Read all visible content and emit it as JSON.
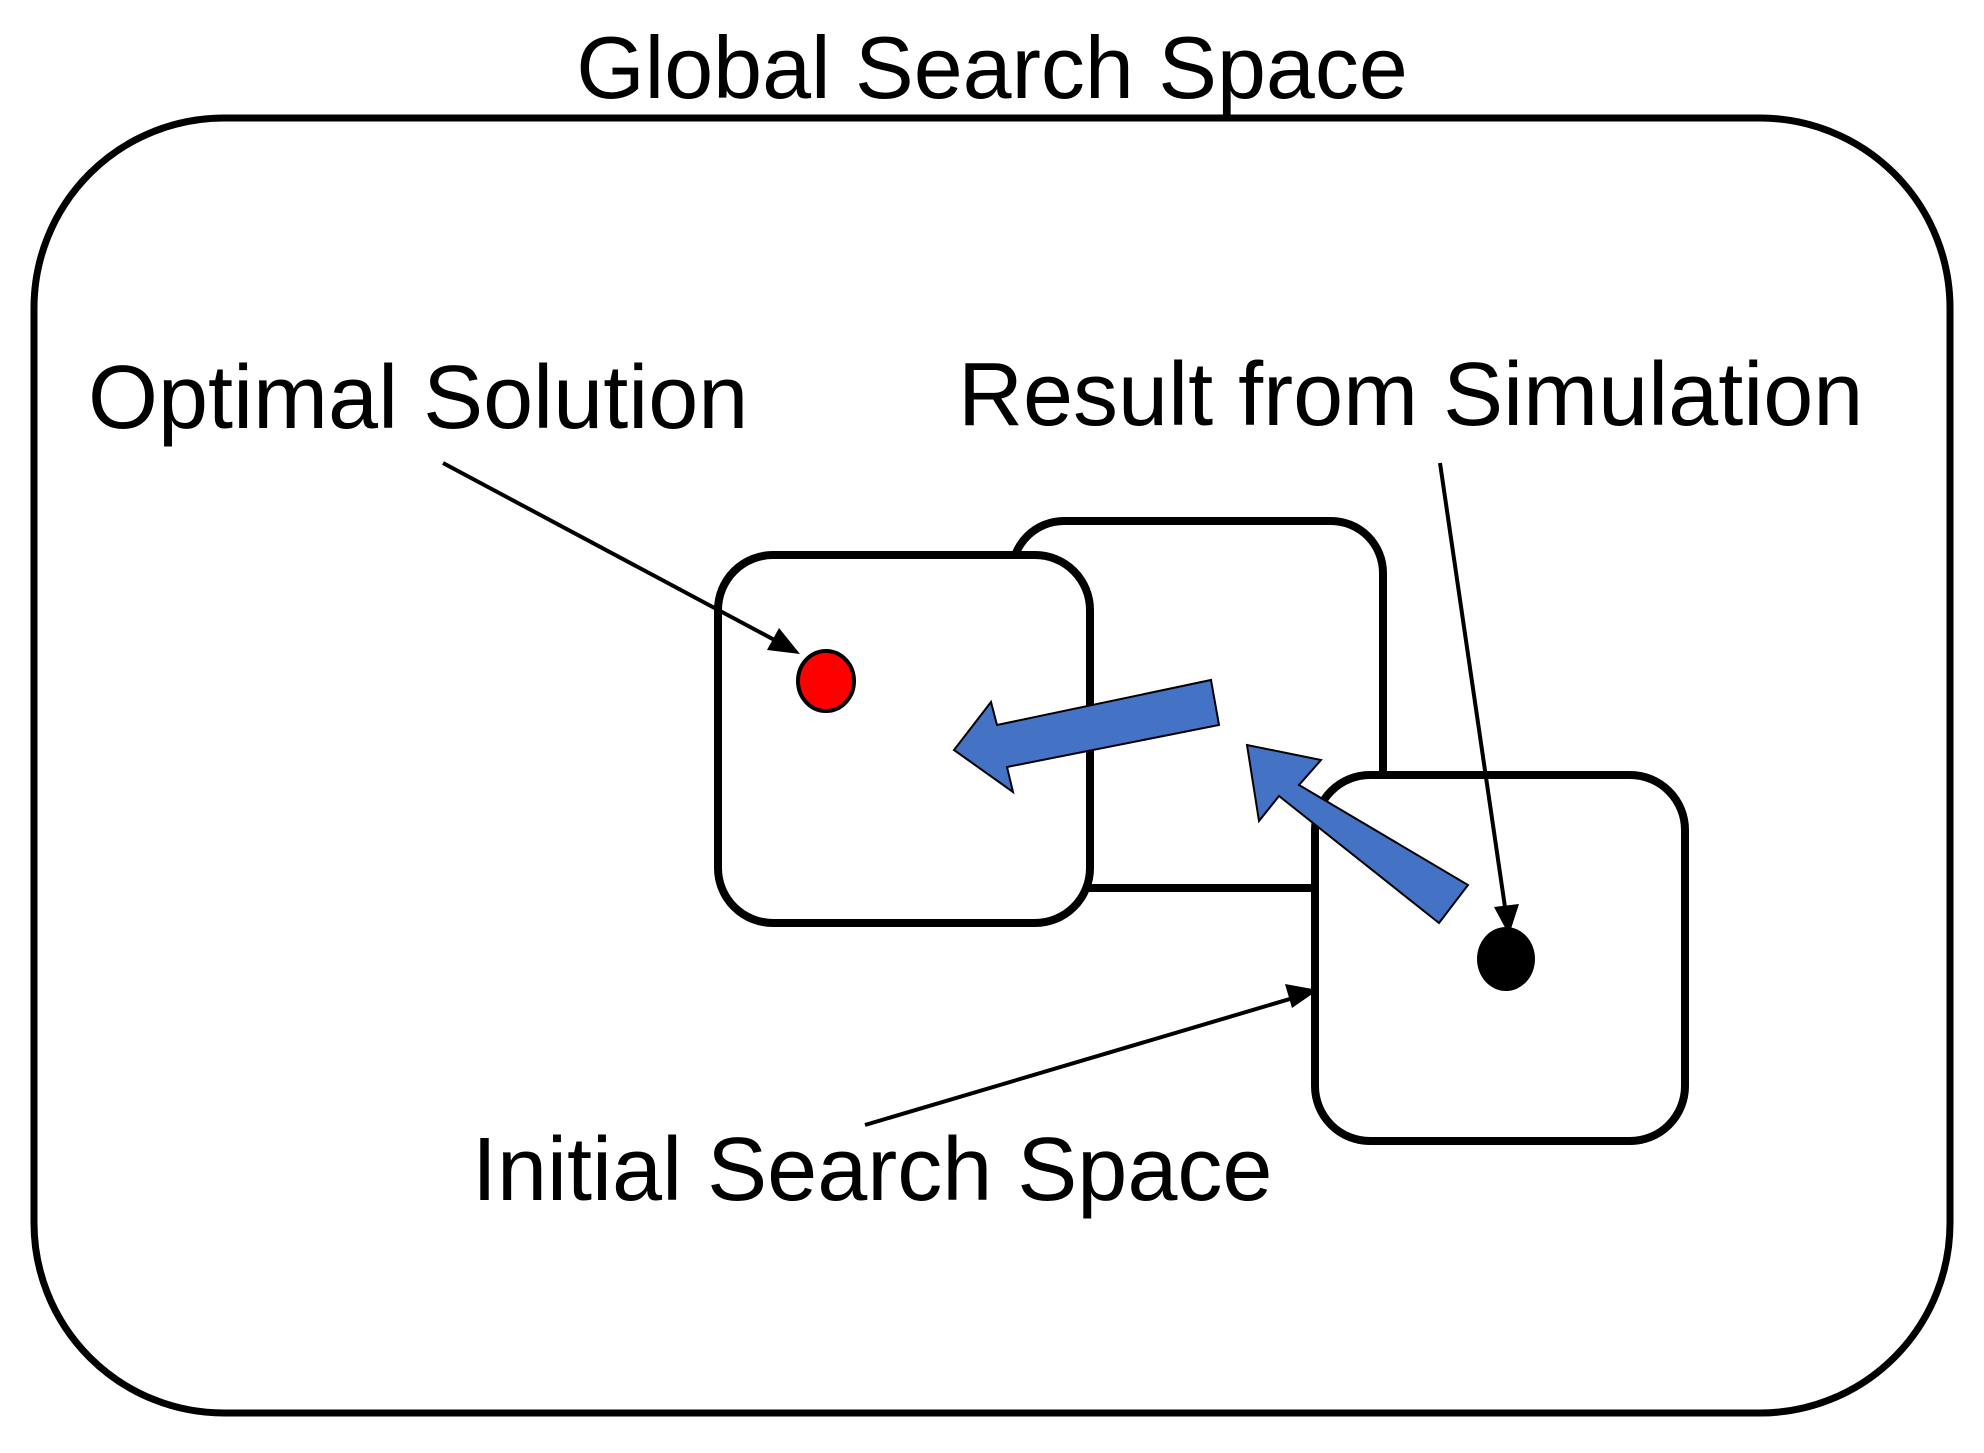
{
  "title": "Global Search Space",
  "labels": {
    "optimal_solution": "Optimal Solution",
    "result_from_simulation": "Result from Simulation",
    "initial_search_space": "Initial Search Space"
  },
  "colors": {
    "optimal_point": "#ff0000",
    "simulation_point": "#000000",
    "move_arrow": "#4472c4",
    "outline": "#000000",
    "background": "#ffffff"
  }
}
